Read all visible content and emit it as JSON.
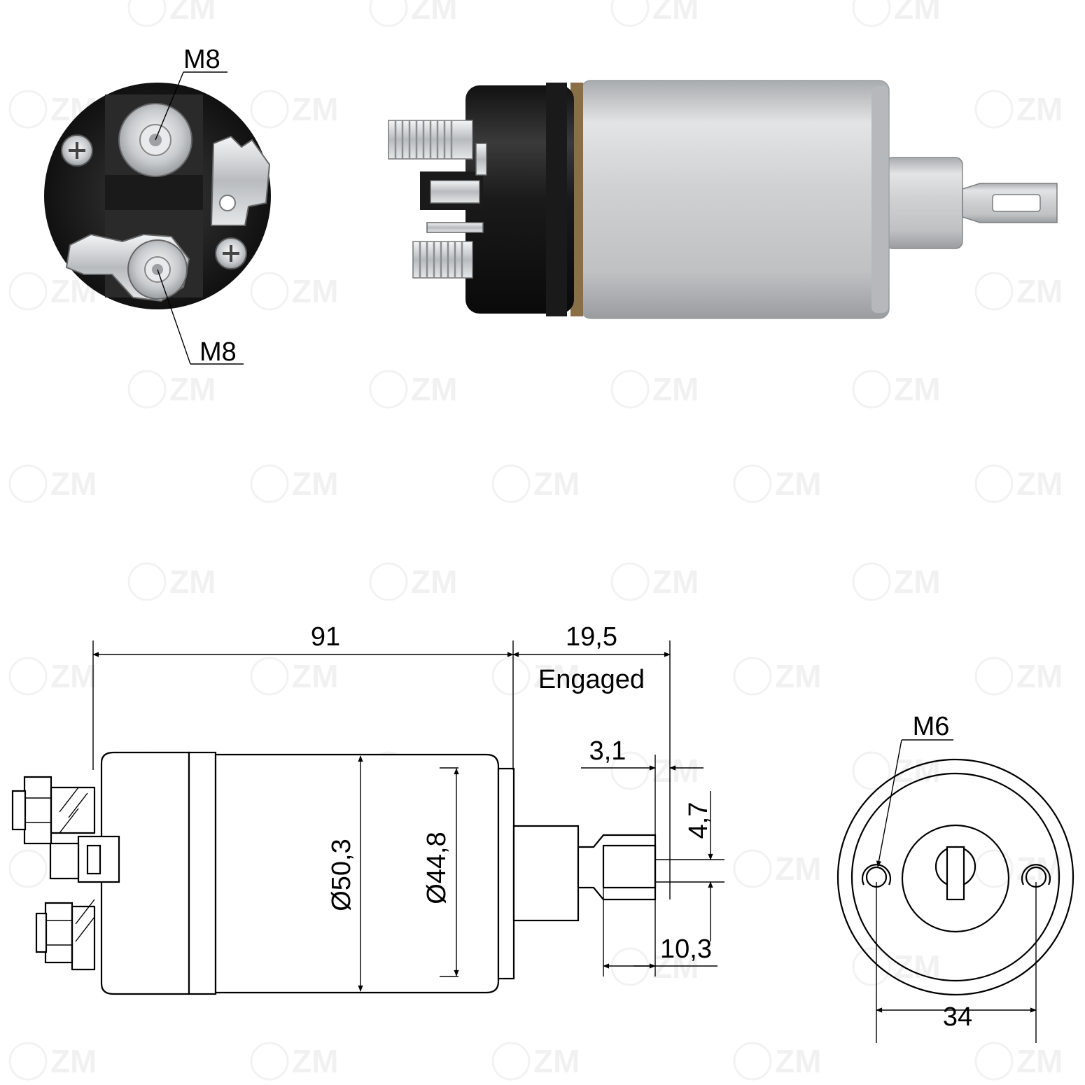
{
  "brand": {
    "watermark": "ZM"
  },
  "photo_labels": {
    "terminal_top": "M8",
    "terminal_bottom": "M8"
  },
  "drawing_labels": {
    "overall_length": "91",
    "plunger_travel": "19,5",
    "plunger_state": "Engaged",
    "tab_thickness": "3,1",
    "tab_hole": "4,7",
    "tab_length": "10,3",
    "body_diameter": "Ø50,3",
    "flange_diameter": "Ø44,8",
    "mount_thread": "M6",
    "mount_spacing": "34"
  },
  "colors": {
    "housing_silver": "#c9cbcc",
    "cap_black": "#1c1c1c",
    "terminal_zinc": "#d8dadc",
    "line": "#000000"
  }
}
